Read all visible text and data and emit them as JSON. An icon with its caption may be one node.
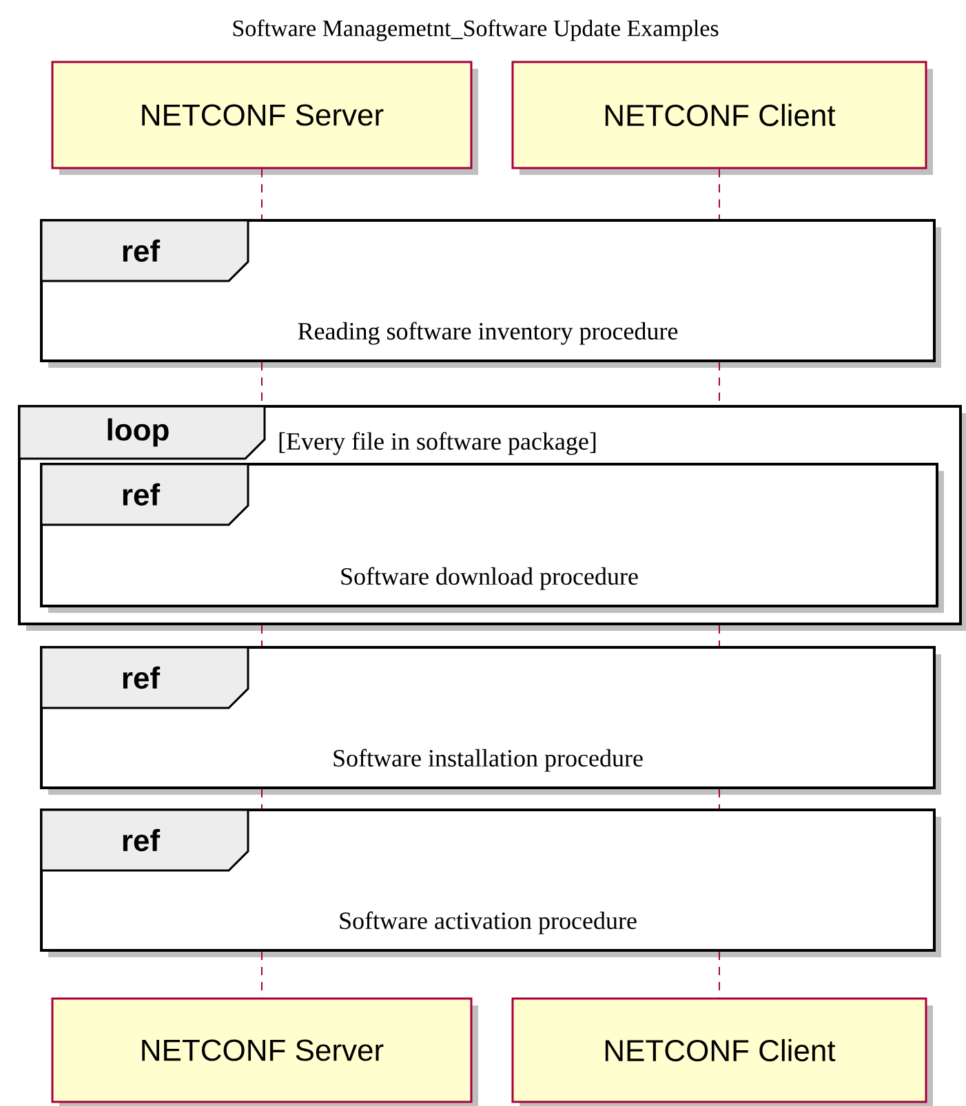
{
  "diagram": {
    "title": "Software Managemetnt_Software Update Examples",
    "nodes": [
      {
        "text": [
          "NETCONF Server"
        ]
      },
      {
        "text": [
          "NETCONF Client"
        ]
      },
      {
        "text": [
          "ref",
          "Reading software inventory procedure"
        ]
      },
      {
        "text": [
          "loop",
          "[Every file in software package]"
        ]
      },
      {
        "text": [
          "ref",
          "Software download procedure"
        ],
        "in": 3
      },
      {
        "text": [
          "ref",
          "Software installation procedure"
        ]
      },
      {
        "text": [
          "ref",
          "Software activation procedure"
        ]
      },
      {
        "text": [
          "NETCONF Server"
        ]
      },
      {
        "text": [
          "NETCONF Client"
        ]
      }
    ],
    "edges": [
      {
        "from": 0,
        "to": 2,
        "arrow": "none",
        "style": "dashed",
        "color": "#a80036"
      },
      {
        "from": 2,
        "to": 3,
        "arrow": "none",
        "style": "dashed",
        "color": "#a80036"
      },
      {
        "from": 3,
        "to": 5,
        "arrow": "none",
        "style": "dashed",
        "color": "#a80036"
      },
      {
        "from": 5,
        "to": 6,
        "arrow": "none",
        "style": "dashed",
        "color": "#a80036"
      },
      {
        "from": 6,
        "to": 7,
        "arrow": "none",
        "style": "dashed",
        "color": "#a80036"
      },
      {
        "from": 1,
        "to": 2,
        "arrow": "none",
        "style": "dashed",
        "color": "#a80036"
      },
      {
        "from": 2,
        "to": 3,
        "arrow": "none",
        "style": "dashed",
        "color": "#a80036"
      },
      {
        "from": 3,
        "to": 5,
        "arrow": "none",
        "style": "dashed",
        "color": "#a80036"
      },
      {
        "from": 5,
        "to": 6,
        "arrow": "none",
        "style": "dashed",
        "color": "#a80036"
      },
      {
        "from": 6,
        "to": 8,
        "arrow": "none",
        "style": "dashed",
        "color": "#a80036"
      }
    ]
  }
}
